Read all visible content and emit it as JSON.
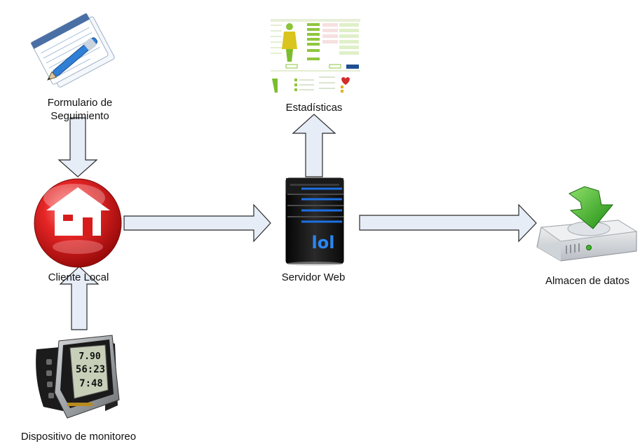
{
  "nodes": {
    "form": {
      "label_line1": "Formulario de",
      "label_line2": "Seguimiento",
      "icon": "form-pen-icon"
    },
    "stats": {
      "label": "Estadísticas",
      "icon": "statistics-report-icon"
    },
    "client": {
      "label": "Cliente Local",
      "icon": "home-button-icon"
    },
    "server": {
      "label": "Servidor Web",
      "icon": "server-tower-icon",
      "logo_text": "lol"
    },
    "storage": {
      "label": "Almacen de datos",
      "icon": "hard-drive-download-icon"
    },
    "device": {
      "label": "Dispositivo de monitoreo",
      "icon": "sports-watch-icon",
      "readouts": [
        "7.90",
        "56:23",
        "7:48"
      ]
    }
  },
  "colors": {
    "arrow_fill": "#e6edf7",
    "arrow_stroke": "#2b2b2b",
    "home_red": "#d81c1c",
    "server_blue": "#1d6fe0",
    "check_green": "#3db82a"
  }
}
